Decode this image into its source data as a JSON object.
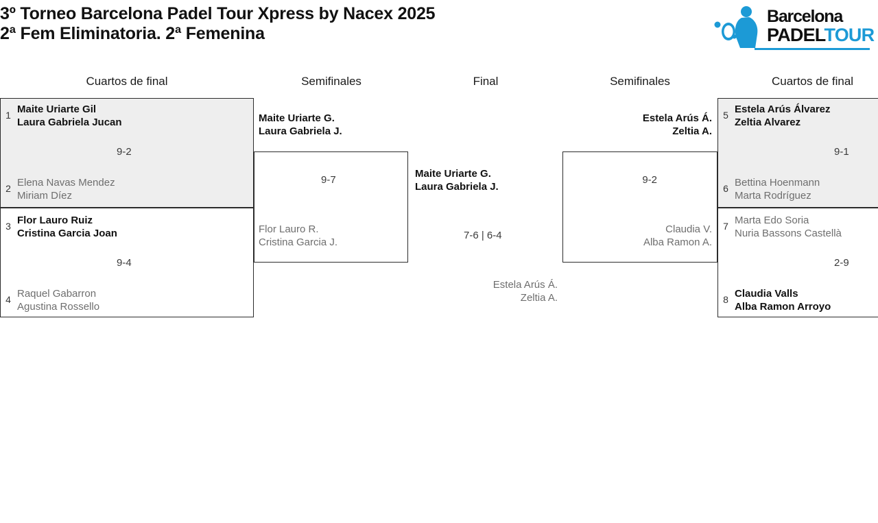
{
  "header": {
    "title_line1": "3º Torneo Barcelona Padel Tour Xpress by Nacex 2025",
    "title_line2": "2ª Fem Eliminatoria. 2ª Femenina"
  },
  "logo": {
    "word1": "Barcelona",
    "word2a": "PADEL",
    "word2b": "TOUR",
    "mark": "padel-player-icon",
    "brand_blue": "#1c9ad6",
    "brand_black": "#101010"
  },
  "rounds": [
    {
      "label": "Cuartos de final"
    },
    {
      "label": "Semifinales"
    },
    {
      "label": "Final"
    },
    {
      "label": "Semifinales"
    },
    {
      "label": "Cuartos de final"
    }
  ],
  "bracket": {
    "left_quarterfinals": [
      {
        "shaded": true,
        "score": "9-2",
        "top": {
          "seed": "1",
          "p1": "Maite Uriarte Gil",
          "p2": "Laura Gabriela Jucan",
          "winner": true
        },
        "bottom": {
          "seed": "2",
          "p1": "Elena Navas Mendez",
          "p2": "Miriam Díez",
          "winner": false
        }
      },
      {
        "shaded": false,
        "score": "9-4",
        "top": {
          "seed": "3",
          "p1": "Flor Lauro Ruiz",
          "p2": "Cristina Garcia Joan",
          "winner": true
        },
        "bottom": {
          "seed": "4",
          "p1": "Raquel Gabarron",
          "p2": "Agustina Rossello",
          "winner": false
        }
      }
    ],
    "left_semifinal": {
      "score": "9-7",
      "top": {
        "p1": "Maite Uriarte G.",
        "p2": "Laura Gabriela J.",
        "winner": true
      },
      "bottom": {
        "p1": "Flor Lauro R.",
        "p2": "Cristina Garcia J.",
        "winner": false
      }
    },
    "final": {
      "score": "7-6 | 6-4",
      "top": {
        "p1": "Maite Uriarte G.",
        "p2": "Laura Gabriela J.",
        "winner": true
      },
      "bottom": {
        "p1": "Estela Arús Á.",
        "p2": "Zeltia A.",
        "winner": false
      }
    },
    "right_semifinal": {
      "score": "9-2",
      "top": {
        "p1": "Estela Arús Á.",
        "p2": "Zeltia A.",
        "winner": true
      },
      "bottom": {
        "p1": "Claudia V.",
        "p2": "Alba Ramon A.",
        "winner": false
      }
    },
    "right_quarterfinals": [
      {
        "shaded": true,
        "score": "9-1",
        "top": {
          "seed": "5",
          "p1": "Estela Arús Álvarez",
          "p2": "Zeltia Alvarez",
          "winner": true
        },
        "bottom": {
          "seed": "6",
          "p1": "Bettina Hoenmann",
          "p2": "Marta Rodríguez",
          "winner": false
        }
      },
      {
        "shaded": false,
        "score": "2-9",
        "top": {
          "seed": "7",
          "p1": "Marta Edo Soria",
          "p2": "Nuria Bassons Castellà",
          "winner": false
        },
        "bottom": {
          "seed": "8",
          "p1": "Claudia Valls",
          "p2": "Alba Ramon Arroyo",
          "winner": true
        }
      }
    ]
  }
}
